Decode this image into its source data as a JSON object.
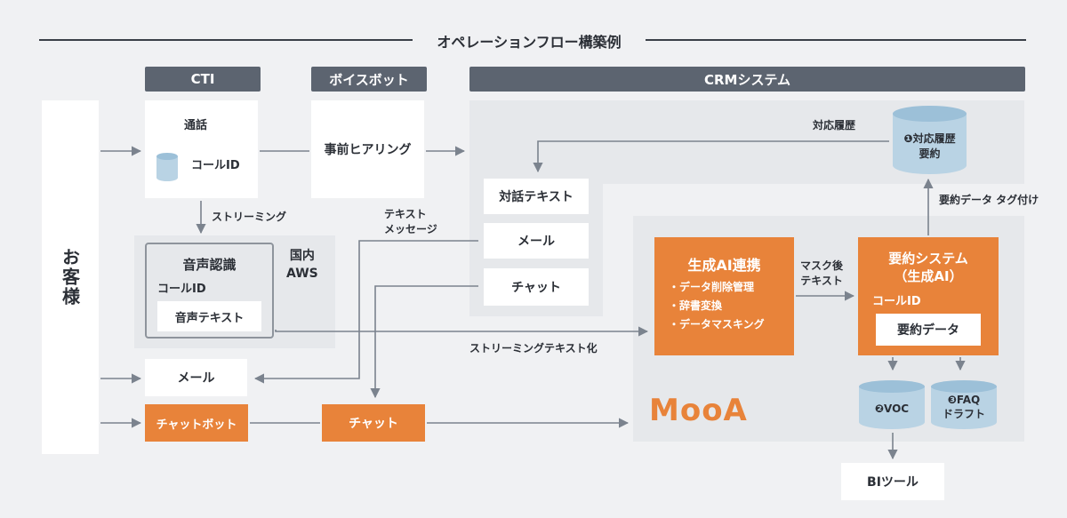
{
  "title": "オペレーションフロー構築例",
  "headers": {
    "cti": "CTI",
    "voicebot": "ボイスボット",
    "crm": "CRMシステム"
  },
  "customer": "お客様",
  "cti": {
    "call": "通話",
    "call_id": "コールID",
    "streaming": "ストリーミング"
  },
  "voicebot": {
    "pre_hearing": "事前ヒアリング"
  },
  "aws": {
    "label": "国内\nAWS",
    "recognition": "音声認識",
    "call_id": "コールID",
    "voice_text": "音声テキスト"
  },
  "crm": {
    "history_label": "対応履歴",
    "db": {
      "num": "❶",
      "text": "対応履歴\n要約"
    },
    "items": [
      "対話テキスト",
      "メール",
      "チャット"
    ],
    "summary_tag": "要約データ タグ付け"
  },
  "channels": {
    "text_message": "テキスト\nメッセージ",
    "mail": "メール",
    "chatbot": "チャットボット",
    "chat": "チャット"
  },
  "streaming_text": "ストリーミングテキスト化",
  "mooa": {
    "logo": "MooA",
    "genai": {
      "title": "生成AI連携",
      "items": [
        "データ削除管理",
        "辞書変換",
        "データマスキング"
      ]
    },
    "masked_text": "マスク後\nテキスト",
    "summary": {
      "title": "要約システム\n（生成AI）",
      "call_id": "コールID",
      "data": "要約データ"
    },
    "voc": {
      "num": "❷",
      "text": "VOC"
    },
    "faq": {
      "num": "❸",
      "text": "FAQ\nドラフト"
    }
  },
  "bi_tool": "BIツール"
}
